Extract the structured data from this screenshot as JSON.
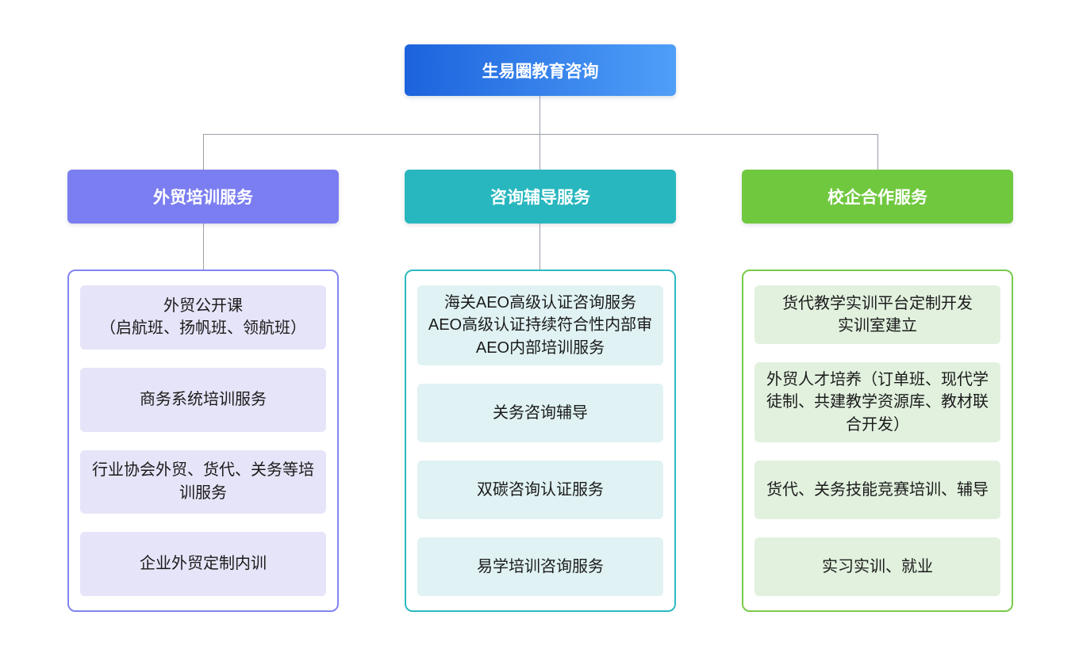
{
  "root": {
    "label": "生易圈教育咨询",
    "colors": {
      "grad_from": "#1c63dd",
      "grad_to": "#4f9ff8"
    }
  },
  "connectors": {
    "line": "#98a0a8"
  },
  "branches": [
    {
      "title": "外贸培训服务",
      "colors": {
        "header": "#7b7ef0",
        "border": "#8185f1",
        "item_bg": "#e6e4f8"
      },
      "items": [
        {
          "lines": [
            "外贸公开课",
            "（启航班、扬帆班、领航班）"
          ]
        },
        {
          "lines": [
            "商务系统培训服务"
          ]
        },
        {
          "lines": [
            "行业协会外贸、货代、关务等培",
            "训服务"
          ]
        },
        {
          "lines": [
            "企业外贸定制内训"
          ]
        }
      ]
    },
    {
      "title": "咨询辅导服务",
      "colors": {
        "header": "#28b7be",
        "border": "#2cbac0",
        "item_bg": "#e0f2f3"
      },
      "items": [
        {
          "lines": [
            "海关AEO高级认证咨询服务",
            "AEO高级认证持续符合性内部审",
            "AEO内部培训服务"
          ]
        },
        {
          "lines": [
            "关务咨询辅导"
          ]
        },
        {
          "lines": [
            "双碳咨询认证服务"
          ]
        },
        {
          "lines": [
            "易学培训咨询服务"
          ]
        }
      ]
    },
    {
      "title": "校企合作服务",
      "colors": {
        "header": "#70c83f",
        "border": "#79ca4b",
        "item_bg": "#e1f1de"
      },
      "items": [
        {
          "lines": [
            "货代教学实训平台定制开发",
            "实训室建立"
          ]
        },
        {
          "lines": [
            "外贸人才培养（订单班、现代学",
            "徒制、共建教学资源库、教材联",
            "合开发）"
          ]
        },
        {
          "lines": [
            "货代、关务技能竞赛培训、辅导"
          ]
        },
        {
          "lines": [
            "实习实训、就业"
          ]
        }
      ]
    }
  ]
}
